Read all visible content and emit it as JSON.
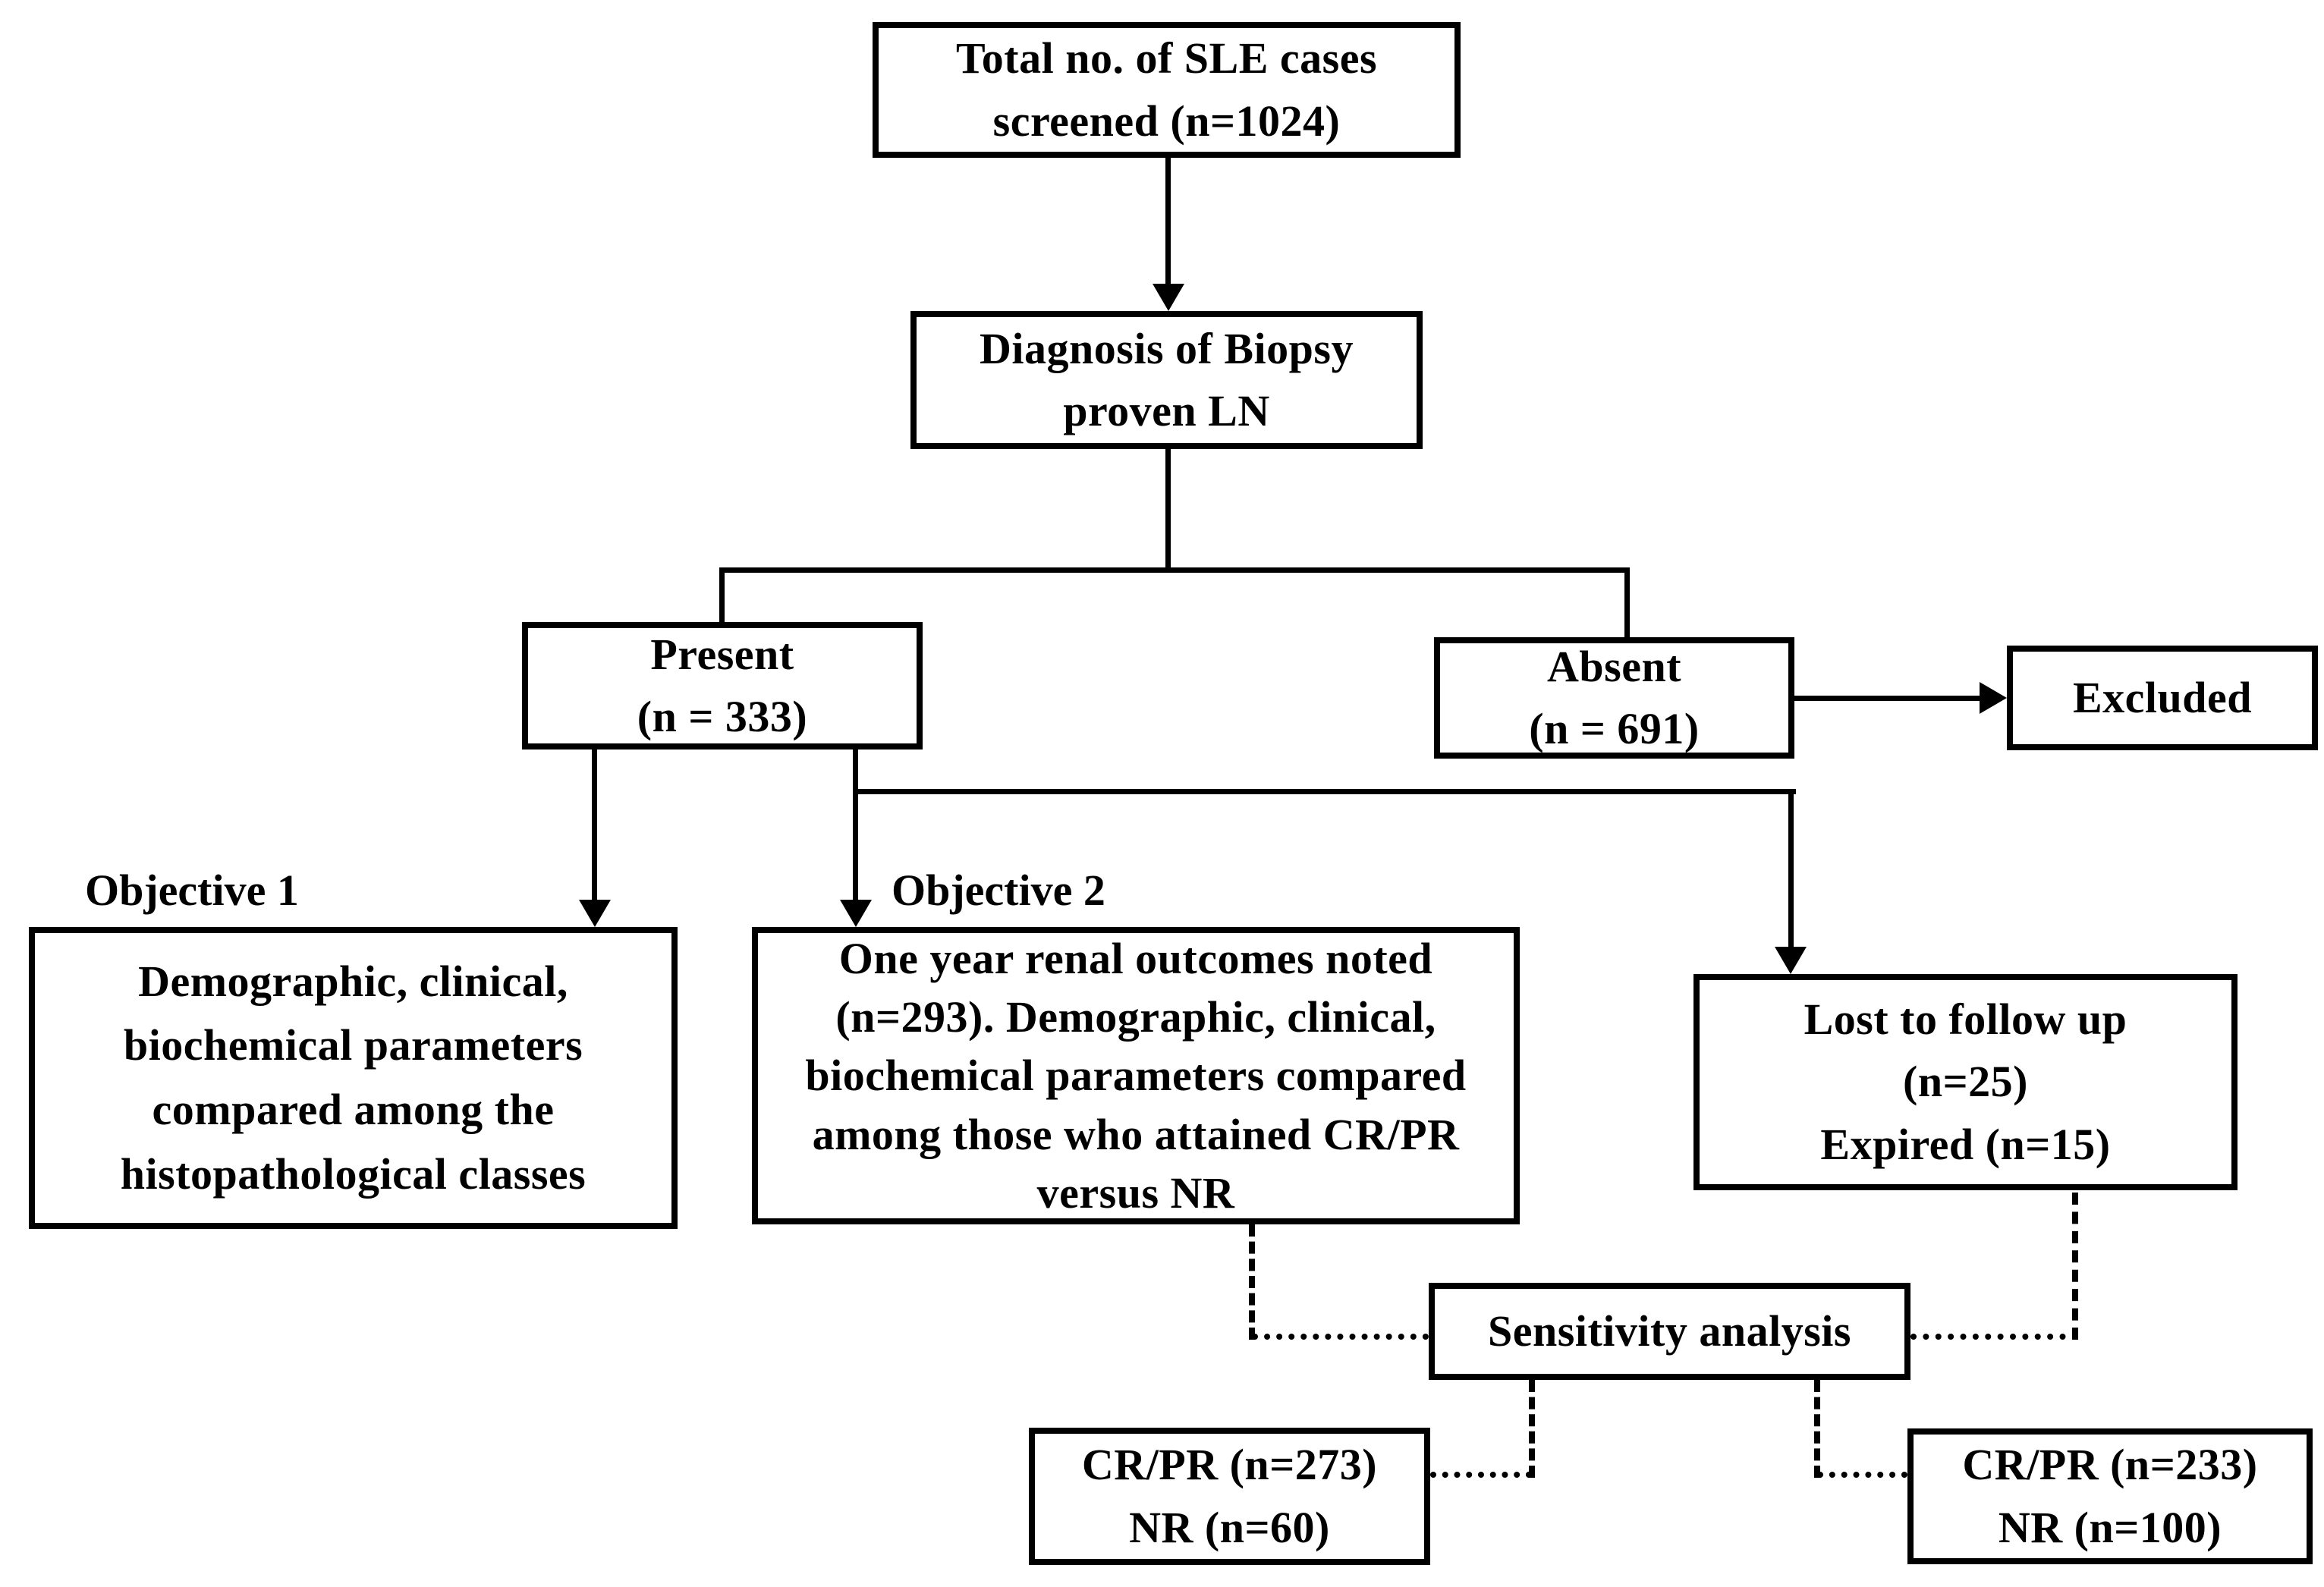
{
  "colors": {
    "background": "#ffffff",
    "line": "#000000",
    "text": "#000000"
  },
  "labels": {
    "objective1": "Objective 1",
    "objective2": "Objective 2"
  },
  "boxes": {
    "total": {
      "lines": [
        "Total no. of SLE cases",
        "screened (n=1024)"
      ]
    },
    "diagnosis": {
      "lines": [
        "Diagnosis of Biopsy",
        "proven LN"
      ]
    },
    "present": {
      "lines": [
        "Present",
        "(n = 333)"
      ]
    },
    "absent": {
      "lines": [
        "Absent",
        "(n = 691)"
      ]
    },
    "excluded": {
      "lines": [
        "Excluded"
      ]
    },
    "objective1": {
      "lines": [
        "Demographic, clinical,",
        "biochemical parameters",
        "compared among the",
        "histopathological classes"
      ]
    },
    "objective2": {
      "lines": [
        "One year renal outcomes noted",
        "(n=293). Demographic, clinical,",
        "biochemical parameters compared",
        "among those who attained CR/PR",
        "versus NR"
      ]
    },
    "lost": {
      "lines": [
        "Lost to follow up",
        "(n=25)",
        "Expired (n=15)"
      ]
    },
    "sensitivity": {
      "lines": [
        "Sensitivity analysis"
      ]
    },
    "crpr_full": {
      "lines": [
        "CR/PR (n=273)",
        "NR (n=60)"
      ]
    },
    "crpr_sens": {
      "lines": [
        "CR/PR (n=233)",
        "NR (n=100)"
      ]
    }
  }
}
